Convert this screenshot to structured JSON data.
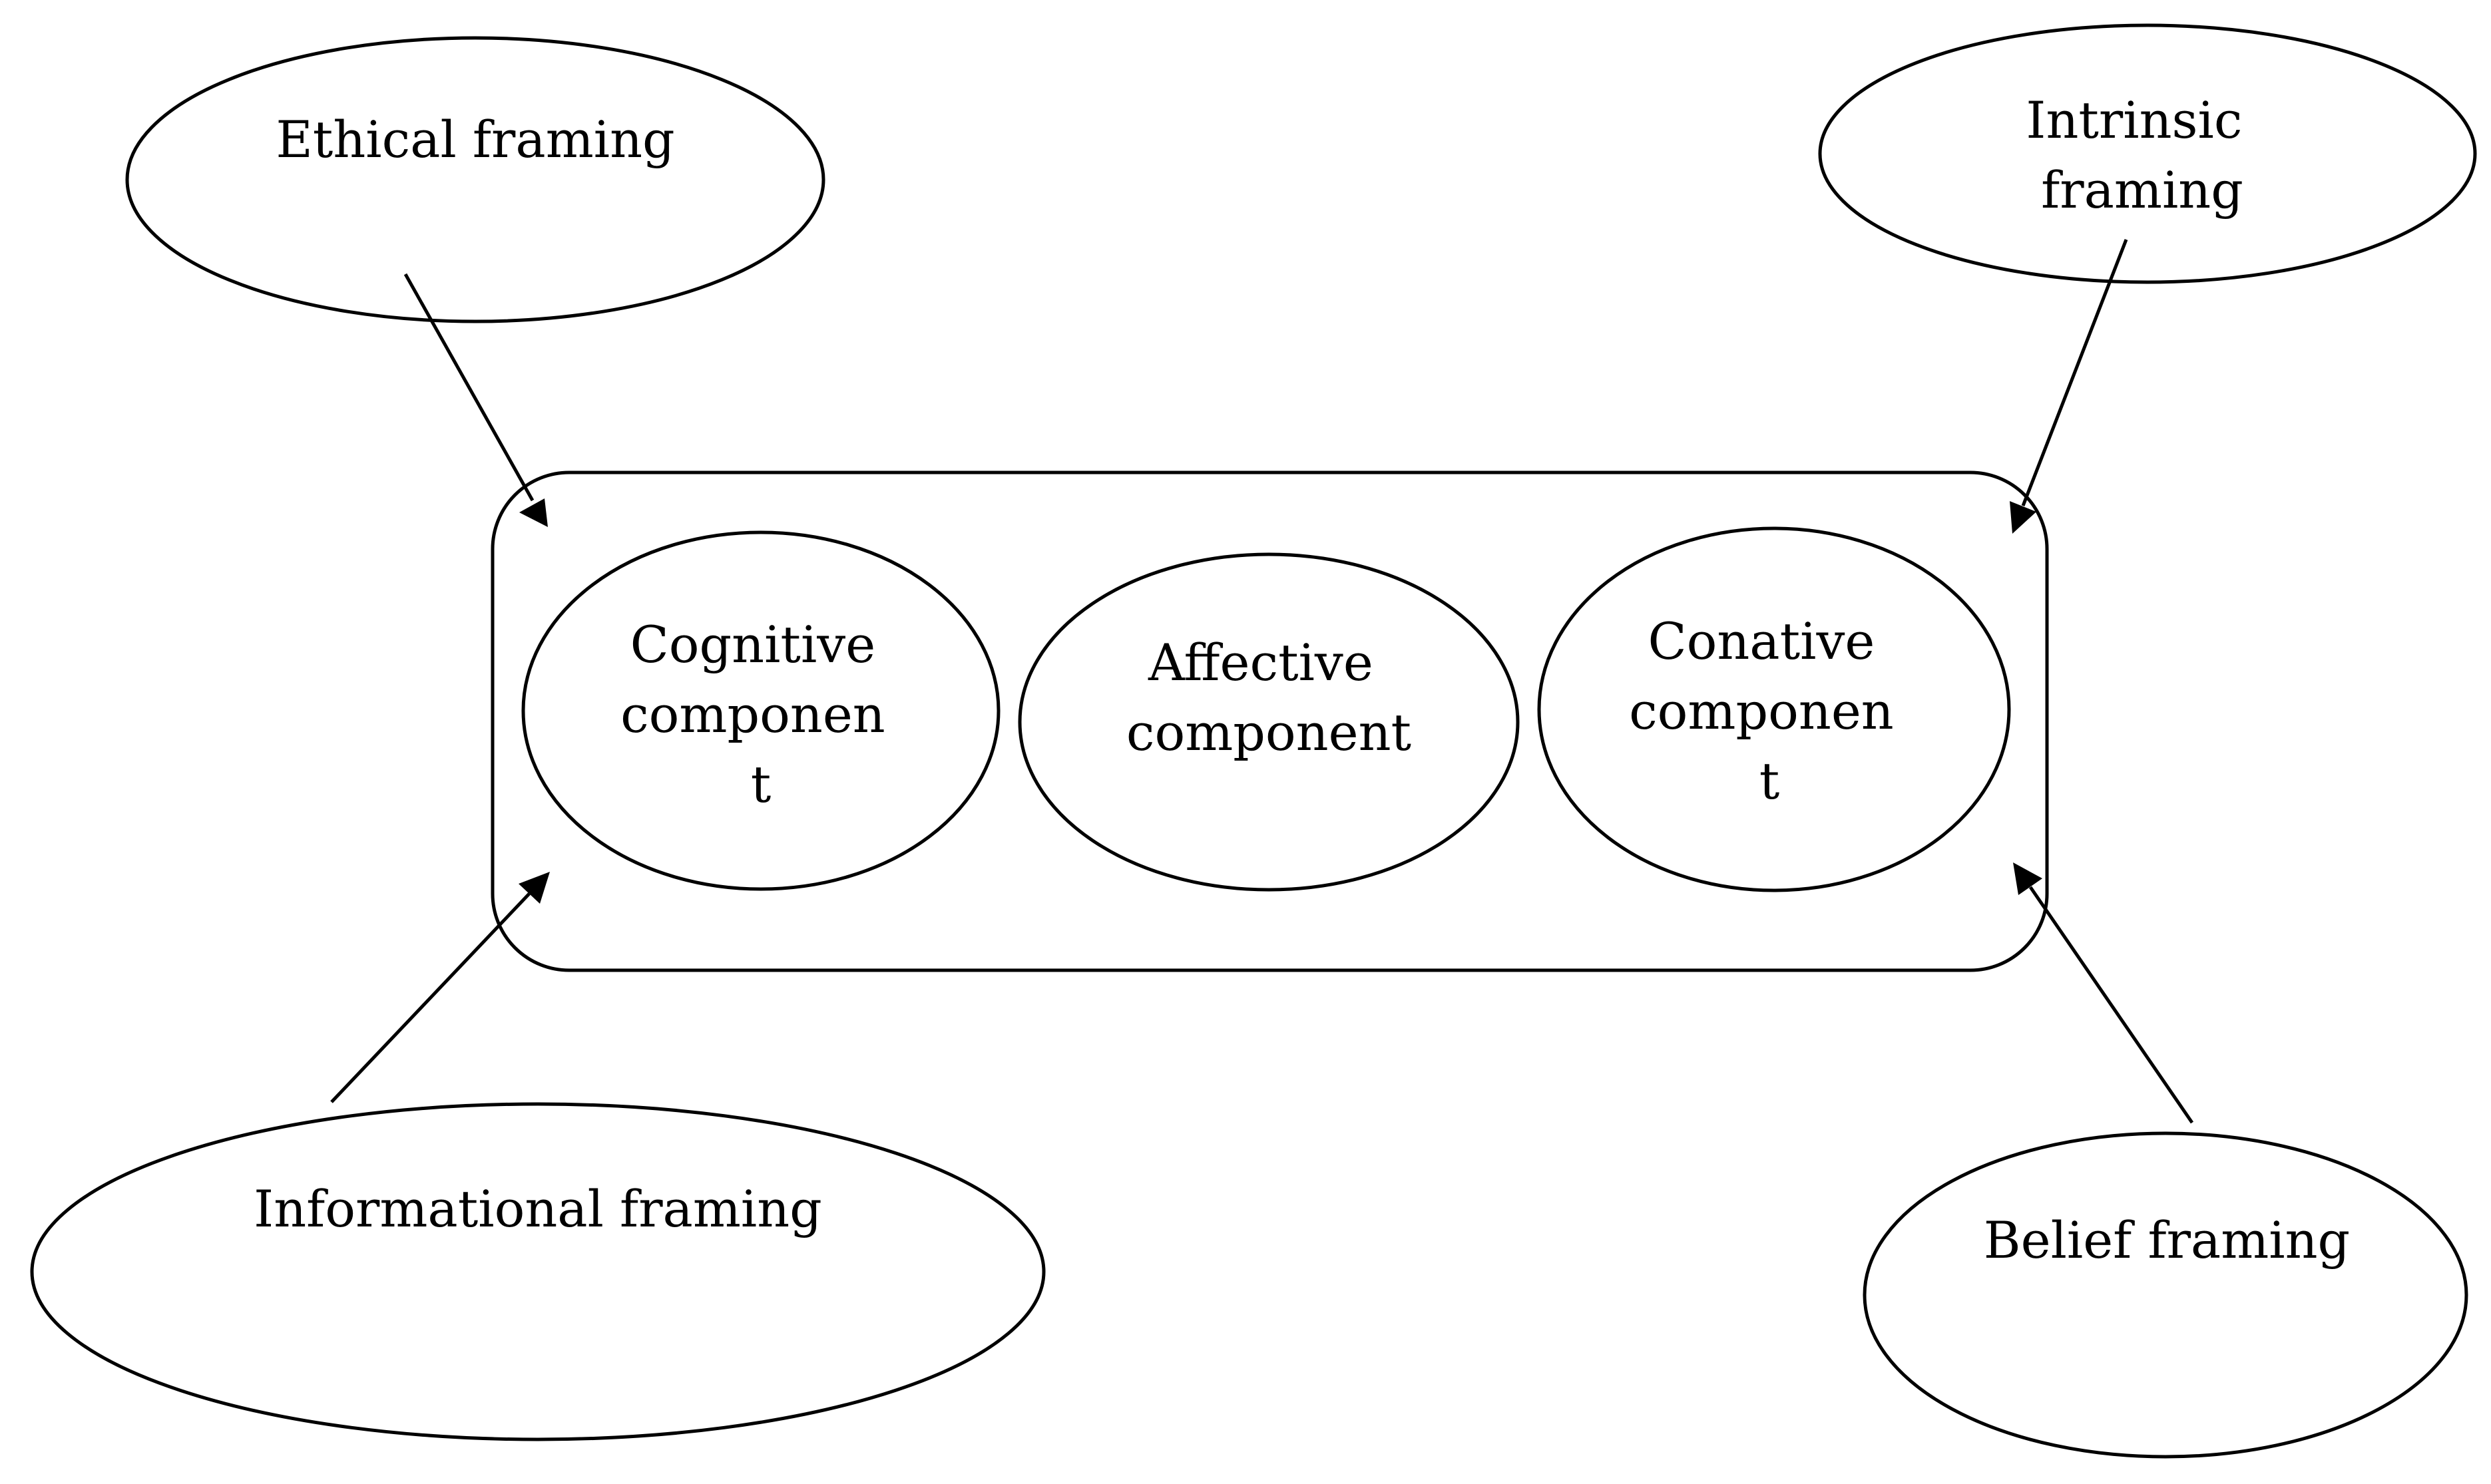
{
  "diagram": {
    "components": [
      {
        "lines": [
          "Cognitive",
          "componen",
          "t"
        ]
      },
      {
        "lines": [
          "Affective",
          "component"
        ]
      },
      {
        "lines": [
          "Conative",
          "componen",
          "t"
        ]
      }
    ],
    "framings": {
      "ethical": {
        "lines": [
          "Ethical framing"
        ]
      },
      "intrinsic": {
        "lines": [
          "Intrinsic",
          "framing"
        ]
      },
      "informational": {
        "lines": [
          "Informational framing"
        ]
      },
      "belief": {
        "lines": [
          "Belief framing"
        ]
      }
    }
  }
}
